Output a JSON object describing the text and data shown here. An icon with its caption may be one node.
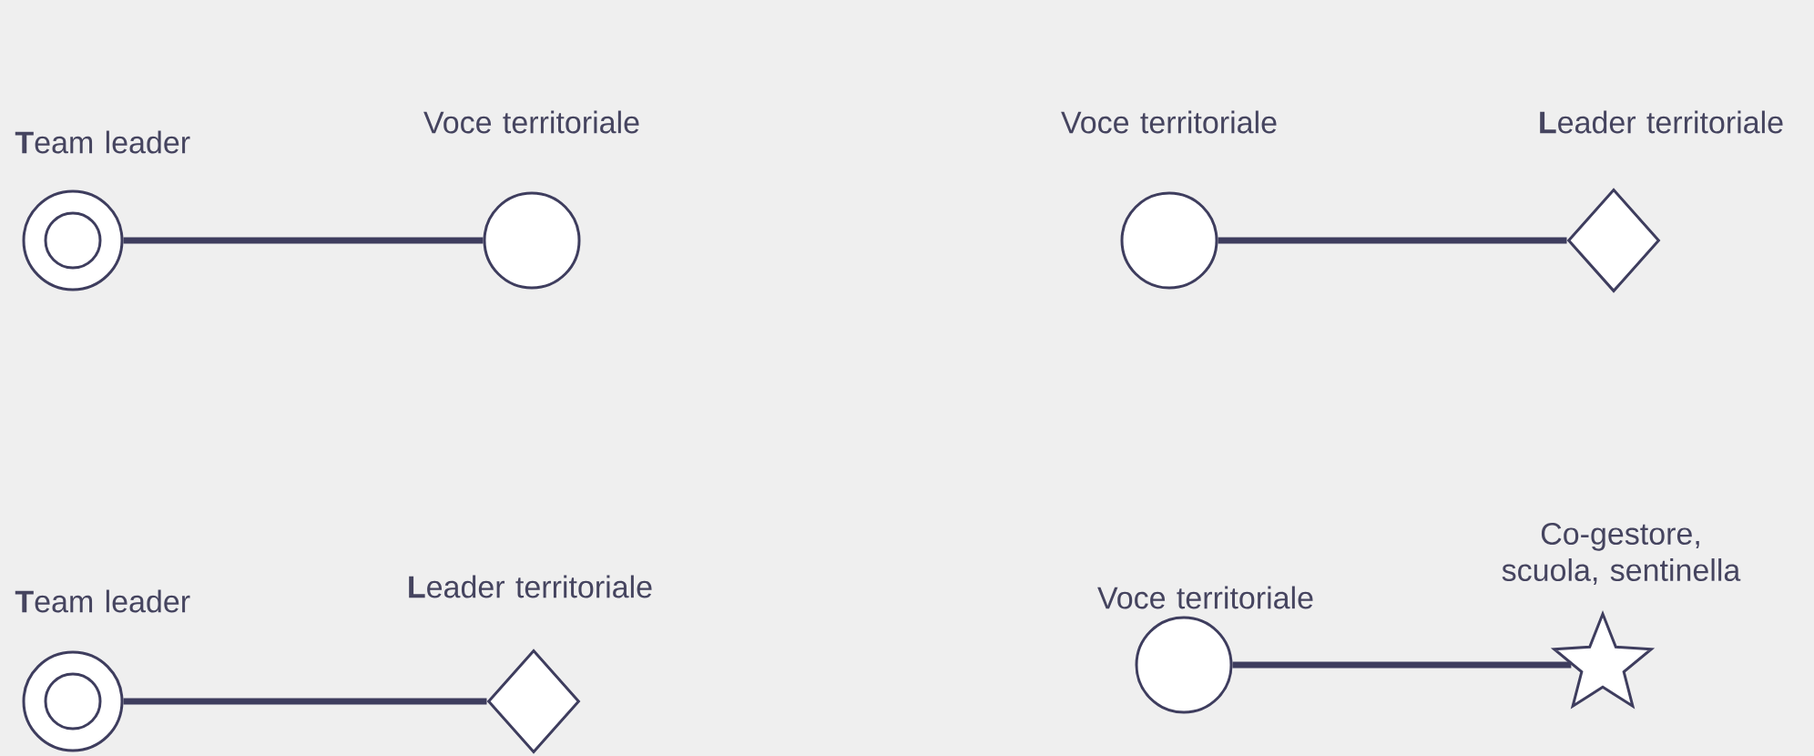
{
  "diagram": {
    "nodes": [
      {
        "text": [],
        "shape": "bullseye",
        "beside": [
          "**T**eam leader"
        ]
      },
      {
        "text": [],
        "shape": "circle",
        "beside": [
          "Voce territoriale"
        ]
      },
      {
        "text": [],
        "shape": "circle",
        "beside": [
          "Voce territoriale"
        ]
      },
      {
        "text": [],
        "shape": "diamond",
        "beside": [
          "**L**eader territoriale"
        ]
      },
      {
        "text": [],
        "shape": "bullseye",
        "beside": [
          "**T**eam leader"
        ]
      },
      {
        "text": [],
        "shape": "diamond",
        "beside": [
          "**L**eader territoriale"
        ]
      },
      {
        "text": [],
        "shape": "circle",
        "beside": [
          "Voce territoriale"
        ]
      },
      {
        "text": [],
        "shape": "star",
        "beside": [
          "Co-gestore, scuola, sentinella"
        ]
      }
    ],
    "edges": [
      {
        "from": 0,
        "to": 1,
        "arrow": "none"
      },
      {
        "from": 2,
        "to": 3,
        "arrow": "none"
      },
      {
        "from": 4,
        "to": 5,
        "arrow": "none"
      },
      {
        "from": 6,
        "to": 7,
        "arrow": "none"
      }
    ]
  }
}
